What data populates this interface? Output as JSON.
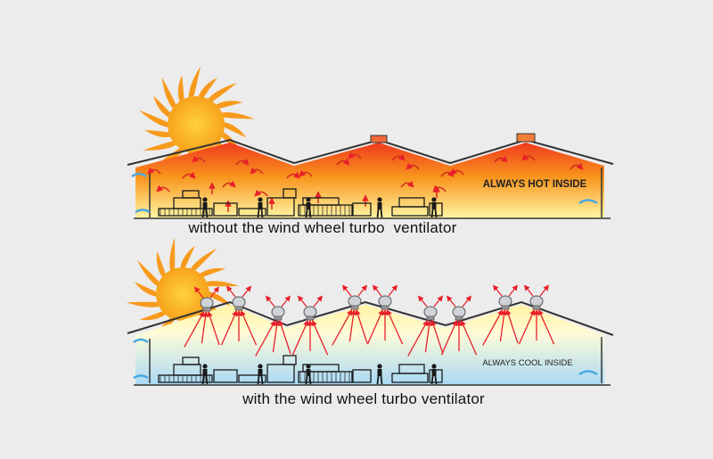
{
  "top_panel": {
    "label": "ALWAYS HOT INSIDE",
    "caption": "without the wind wheel turbo  ventilator",
    "colors": {
      "top": "#f03a1e",
      "mid": "#f7a11f",
      "bottom": "#fff6a0"
    }
  },
  "bottom_panel": {
    "label": "ALWAYS COOL INSIDE",
    "caption": "with the wind wheel turbo ventilator",
    "colors": {
      "top": "#fff2a0",
      "bottom": "#a9d9f5"
    }
  },
  "icons": [
    "sun-icon",
    "turbo-ventilator-icon",
    "wind-arrow-icon",
    "worker-icon",
    "machine-icon"
  ]
}
